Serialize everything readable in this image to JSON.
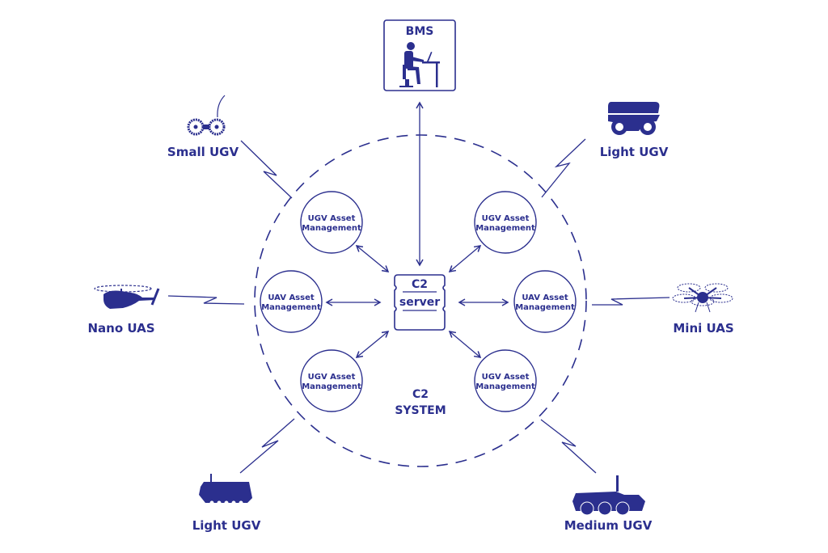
{
  "colors": {
    "primary": "#2b2f8e",
    "background": "#ffffff"
  },
  "center": {
    "server_line1": "C2",
    "server_line2": "server",
    "system_line1": "C2",
    "system_line2": "SYSTEM"
  },
  "bms": {
    "label": "BMS",
    "icon": "operator-at-desk-icon"
  },
  "modules": [
    {
      "line1": "UGV Asset",
      "line2": "Management"
    },
    {
      "line1": "UGV Asset",
      "line2": "Management"
    },
    {
      "line1": "UAV Asset",
      "line2": "Management"
    },
    {
      "line1": "UAV Asset",
      "line2": "Management"
    },
    {
      "line1": "UGV Asset",
      "line2": "Management"
    },
    {
      "line1": "UGV Asset",
      "line2": "Management"
    }
  ],
  "assets": [
    {
      "label": "Small UGV",
      "icon": "small-ugv-icon"
    },
    {
      "label": "Light UGV",
      "icon": "light-ugv-wheeled-icon"
    },
    {
      "label": "Nano UAS",
      "icon": "helicopter-icon"
    },
    {
      "label": "Mini UAS",
      "icon": "hexacopter-icon"
    },
    {
      "label": "Light UGV",
      "icon": "tracked-vehicle-icon"
    },
    {
      "label": "Medium UGV",
      "icon": "six-wheel-vehicle-icon"
    }
  ]
}
